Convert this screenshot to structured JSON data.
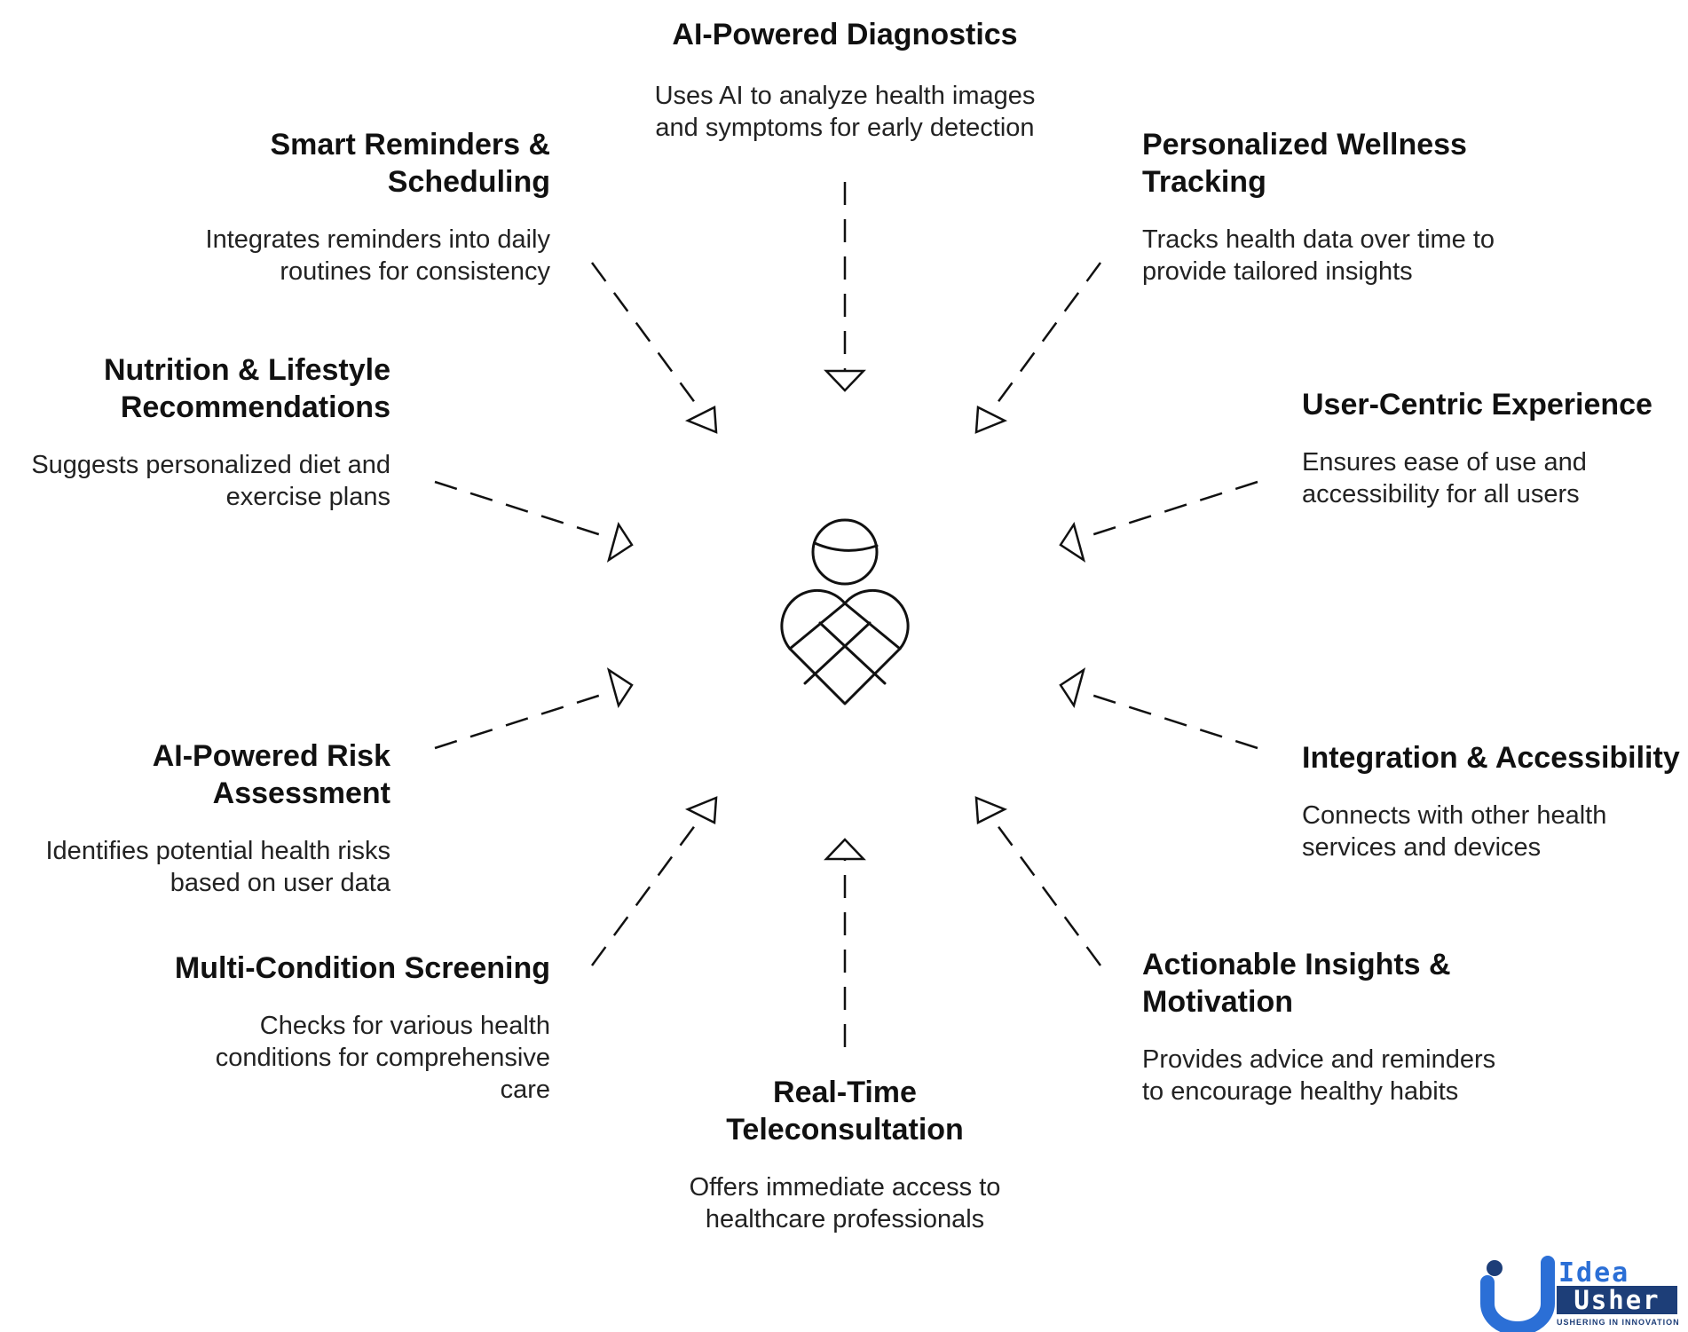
{
  "colors": {
    "ink": "#111111",
    "brand_blue": "#2b6fd6",
    "brand_navy": "#1d3e78"
  },
  "center_icon": "person-heart-icon",
  "features": [
    {
      "id": "ai-diagnostics",
      "title": "AI-Powered Diagnostics",
      "desc": "Uses AI to analyze health images and symptoms for early detection"
    },
    {
      "id": "smart-reminders",
      "title": "Smart Reminders & Scheduling",
      "desc": "Integrates reminders into daily routines for consistency"
    },
    {
      "id": "wellness-tracking",
      "title": "Personalized Wellness Tracking",
      "desc": "Tracks health data over time to provide tailored insights"
    },
    {
      "id": "nutrition-lifestyle",
      "title": "Nutrition & Lifestyle Recommendations",
      "desc": "Suggests personalized diet and exercise plans"
    },
    {
      "id": "user-centric",
      "title": "User-Centric Experience",
      "desc": "Ensures ease of use and accessibility for all users"
    },
    {
      "id": "risk-assessment",
      "title": "AI-Powered Risk Assessment",
      "desc": "Identifies potential health risks based on user data"
    },
    {
      "id": "integration-accessibility",
      "title": "Integration & Accessibility",
      "desc": "Connects with other health services and devices"
    },
    {
      "id": "multi-condition",
      "title": "Multi-Condition Screening",
      "desc": "Checks for various health conditions for comprehensive care"
    },
    {
      "id": "actionable-insights",
      "title": "Actionable Insights & Motivation",
      "desc": "Provides advice and reminders to encourage healthy habits"
    },
    {
      "id": "teleconsultation",
      "title": "Real-Time Teleconsultation",
      "desc": "Offers immediate access to healthcare professionals"
    }
  ],
  "logo": {
    "line1": "Idea",
    "line2": "Usher",
    "tagline": "USHERING IN INNOVATION"
  }
}
